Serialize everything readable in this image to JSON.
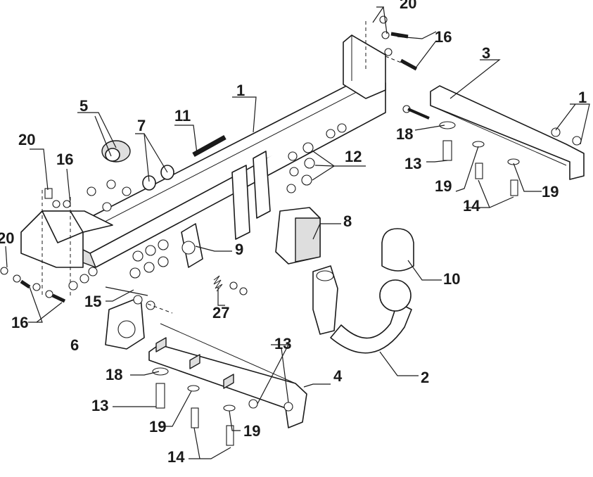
{
  "labels": {
    "l1_main": "1",
    "l1_right": "1",
    "l2": "2",
    "l3": "3",
    "l4": "4",
    "l5": "5",
    "l6": "6",
    "l7": "7",
    "l8": "8",
    "l9": "9",
    "l10": "10",
    "l11": "11",
    "l12": "12",
    "l13_right": "13",
    "l13_bottom_left": "13",
    "l13_bottom_right": "13",
    "l14_right": "14",
    "l14_bottom": "14",
    "l15": "15",
    "l16_top": "16",
    "l16_left": "16",
    "l16_bottom_left": "16",
    "l18_right": "18",
    "l18_bottom": "18",
    "l19_right_a": "19",
    "l19_right_b": "19",
    "l19_bottom_a": "19",
    "l19_bottom_b": "19",
    "l20_top": "20",
    "l20_left": "20",
    "l20_edge": "20",
    "l27": "27"
  },
  "colors": {
    "line": "#1a1a1a",
    "shade": "#dedede",
    "background": "#ffffff"
  }
}
